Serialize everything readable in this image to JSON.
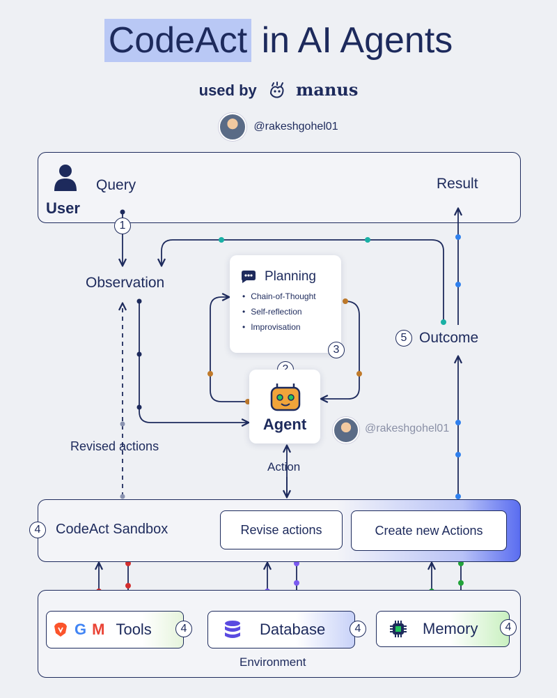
{
  "header": {
    "title_highlight": "CodeAct",
    "title_rest": "in AI Agents",
    "used_by": "used by",
    "brand": "manus",
    "handle": "@rakeshgohel01"
  },
  "user_box": {
    "user": "User",
    "query": "Query",
    "result": "Result"
  },
  "flow": {
    "observation": "Observation",
    "revised_actions": "Revised actions",
    "outcome": "Outcome",
    "action": "Action",
    "agent": "Agent",
    "agent_handle": "@rakeshgohel01"
  },
  "planning": {
    "title": "Planning",
    "items": [
      "Chain-of-Thought",
      "Self-reflection",
      "Improvisation"
    ]
  },
  "sandbox": {
    "label": "CodeAct Sandbox",
    "revise": "Revise actions",
    "create": "Create new Actions"
  },
  "environment": {
    "label": "Environment",
    "tools": "Tools",
    "database": "Database",
    "memory": "Memory"
  },
  "steps": {
    "one": "1",
    "two": "2",
    "three": "3",
    "four": "4",
    "five": "5"
  },
  "colors": {
    "navy": "#1d2a5c",
    "teal": "#1ab0a5",
    "blue": "#2f80ed",
    "orange": "#c07a2a",
    "red": "#d32f2f",
    "purple": "#7a5af0",
    "green": "#22a33a"
  },
  "icons": {
    "user": "user-icon",
    "planning": "chat-bubble-icon",
    "agent": "robot-icon",
    "tools": [
      "brave-icon",
      "google-icon",
      "gmail-icon"
    ],
    "database": "database-icon",
    "memory": "chip-icon"
  }
}
